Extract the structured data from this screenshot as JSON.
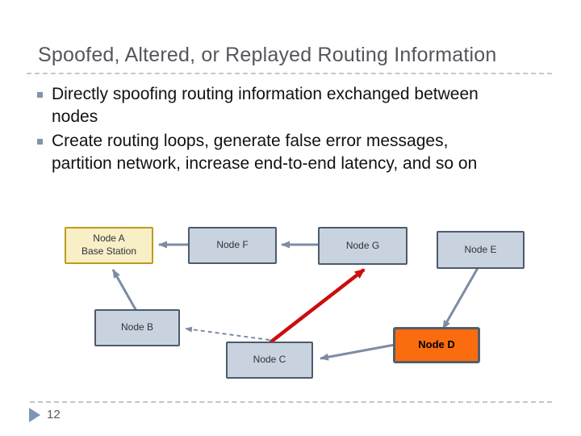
{
  "slide": {
    "title": "Spoofed, Altered, or Replayed Routing Information",
    "page_number": "12",
    "bullets": [
      "Directly spoofing routing information exchanged between\nnodes",
      "Create routing loops, generate false error messages,\npartition network, increase end-to-end latency, and so on"
    ]
  },
  "diagram": {
    "nodes": [
      {
        "id": "node-a",
        "label": "Node A\nBase Station",
        "role": "base-station"
      },
      {
        "id": "node-f",
        "label": "Node F",
        "role": "sensor"
      },
      {
        "id": "node-g",
        "label": "Node G",
        "role": "sensor"
      },
      {
        "id": "node-e",
        "label": "Node E",
        "role": "sensor"
      },
      {
        "id": "node-b",
        "label": "Node B",
        "role": "sensor"
      },
      {
        "id": "node-c",
        "label": "Node C",
        "role": "sensor"
      },
      {
        "id": "node-d",
        "label": "Node D",
        "role": "attacker"
      }
    ],
    "edges": [
      {
        "from": "node-f",
        "to": "node-a",
        "style": "solid-gray"
      },
      {
        "from": "node-g",
        "to": "node-f",
        "style": "solid-gray"
      },
      {
        "from": "node-b",
        "to": "node-a",
        "style": "solid-gray"
      },
      {
        "from": "node-c",
        "to": "node-b",
        "style": "dashed-gray"
      },
      {
        "from": "node-c",
        "to": "node-g",
        "style": "solid-red"
      },
      {
        "from": "node-e",
        "to": "node-d",
        "style": "solid-gray"
      },
      {
        "from": "node-d",
        "to": "node-c",
        "style": "solid-gray"
      }
    ]
  },
  "colors": {
    "arrow_gray": "#7d8ca5",
    "arrow_red": "#cc0d0d",
    "node_fill": "#c9d3df",
    "node_border": "#4d5b6b",
    "base_station_fill": "#f8efc6",
    "base_station_border": "#bd9c1c",
    "attacker_fill": "#fb6c0f",
    "bullet_square": "#8593a9",
    "title_text": "#55565c",
    "footer_triangle": "#7e96b5"
  }
}
